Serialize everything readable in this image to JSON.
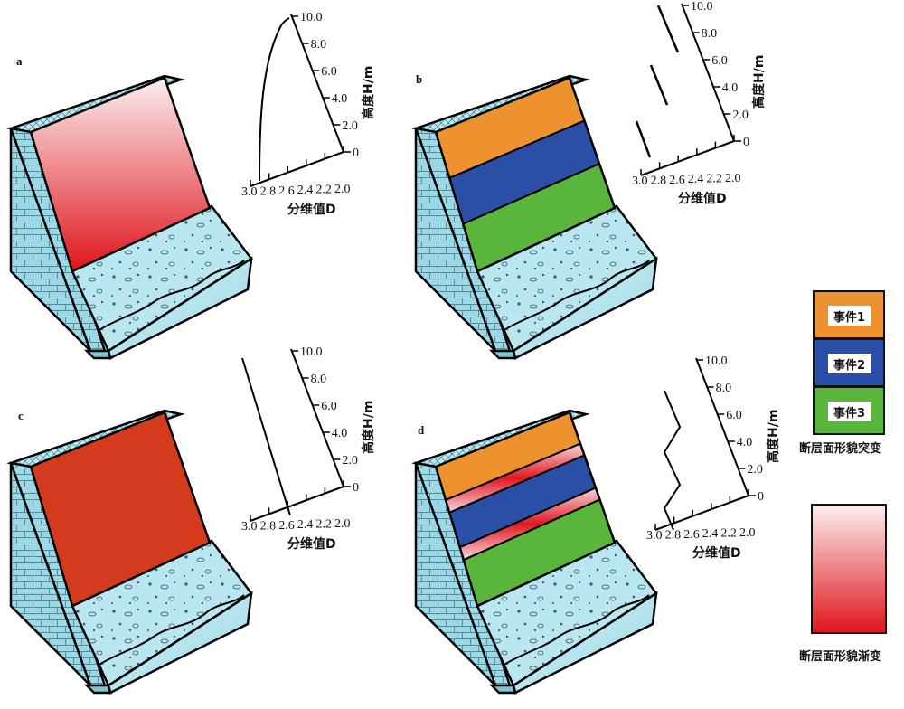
{
  "panels": [
    {
      "id": "a",
      "label": "a",
      "fill": "gradient",
      "profile": "curve"
    },
    {
      "id": "b",
      "label": "b",
      "fill": "bands",
      "profile": "steps"
    },
    {
      "id": "c",
      "label": "c",
      "fill": "solid",
      "profile": "straight"
    },
    {
      "id": "d",
      "label": "d",
      "fill": "bands-gradient",
      "profile": "zigzag"
    }
  ],
  "axes": {
    "y_ticks": [
      "0",
      "2.0",
      "4.0",
      "6.0",
      "8.0",
      "10.0"
    ],
    "x_ticks": [
      "3.0",
      "2.8",
      "2.6",
      "2.4",
      "2.2",
      "2.0"
    ],
    "ylabel": "高度H/m",
    "xlabel": "分维值D"
  },
  "legend": {
    "events": [
      {
        "label": "事件1",
        "color": "#ee9230"
      },
      {
        "label": "事件2",
        "color": "#2b4ea6"
      },
      {
        "label": "事件3",
        "color": "#5ab53c"
      }
    ],
    "abrupt_caption": "断层面形貌突变",
    "gradual_caption": "断层面形貌渐变"
  },
  "colors": {
    "solid_red": "#d43a1c",
    "gradient_top": "#fbeff0",
    "gradient_bottom": "#e0141c",
    "rock": "#aee4ee",
    "rock_dark": "#7cc6d6"
  }
}
